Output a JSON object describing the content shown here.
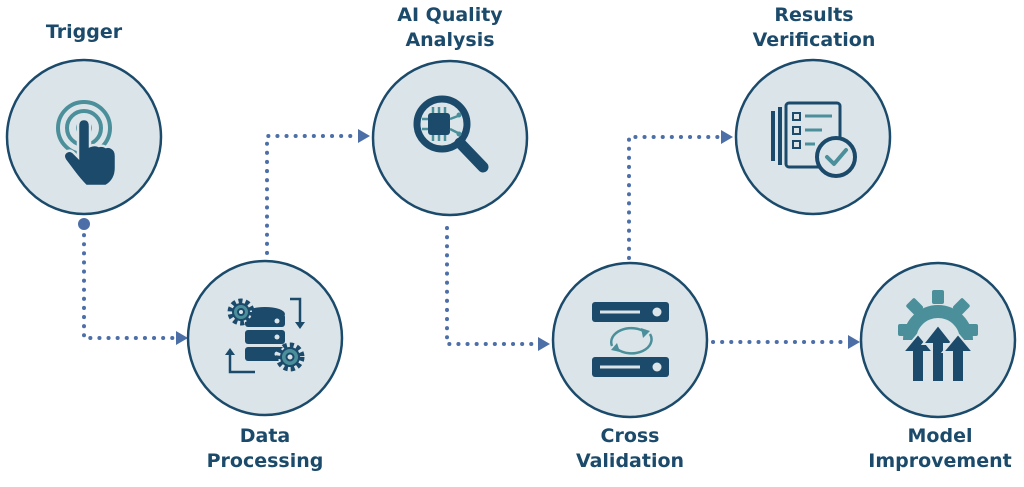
{
  "colors": {
    "navy": "#1b4a6b",
    "teal": "#4b8f9b",
    "circle_fill": "#dbe5e9",
    "circle_stroke": "#1b4a6b",
    "connector": "#4d6fa8",
    "background": "#ffffff"
  },
  "steps": [
    {
      "id": "trigger",
      "label_lines": [
        "Trigger",
        ""
      ],
      "icon": "touch-hand-icon"
    },
    {
      "id": "data-processing",
      "label_lines": [
        "Data",
        "Processing"
      ],
      "icon": "database-gears-icon"
    },
    {
      "id": "ai-quality-analysis",
      "label_lines": [
        "AI Quality",
        "Analysis"
      ],
      "icon": "ai-chip-magnifier-icon"
    },
    {
      "id": "cross-validation",
      "label_lines": [
        "Cross",
        "Validation"
      ],
      "icon": "server-sync-icon"
    },
    {
      "id": "results-verification",
      "label_lines": [
        "Results",
        "Verification"
      ],
      "icon": "checklist-verified-icon"
    },
    {
      "id": "model-improvement",
      "label_lines": [
        "Model",
        "Improvement"
      ],
      "icon": "gear-up-arrows-icon"
    }
  ],
  "connections": [
    {
      "from": "trigger",
      "to": "data-processing"
    },
    {
      "from": "data-processing",
      "to": "ai-quality-analysis"
    },
    {
      "from": "ai-quality-analysis",
      "to": "cross-validation"
    },
    {
      "from": "cross-validation",
      "to": "results-verification"
    },
    {
      "from": "cross-validation",
      "to": "model-improvement"
    }
  ]
}
